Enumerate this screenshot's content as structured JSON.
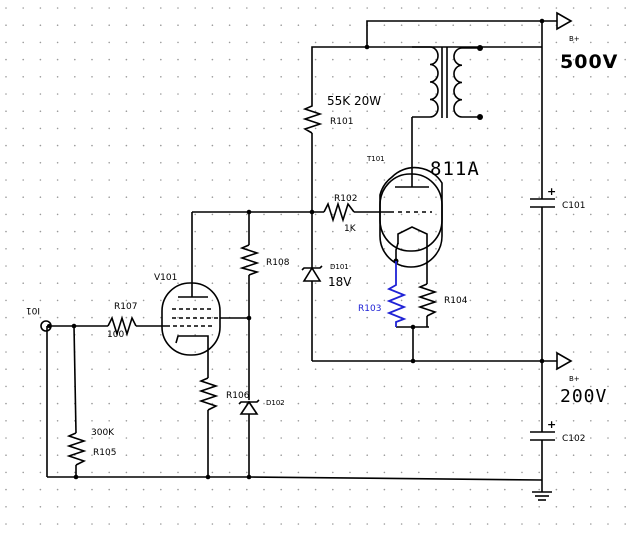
{
  "labels": {
    "input_jack": "I01",
    "r107": "R107",
    "r107_value": "100",
    "r105": "R105",
    "r105_value": "300K",
    "v101": "V101",
    "r106": "R106",
    "r108": "R108",
    "d102": "D102",
    "r101": "R101",
    "r101_value": "55K 20W",
    "r102": "R102",
    "r102_value": "1K",
    "d101": "D101",
    "d101_value": "18V",
    "r103": "R103",
    "r104": "R104",
    "t101": "T101",
    "tube_type": "811A",
    "c101": "C101",
    "c102": "C102",
    "bplus_high": "B+",
    "bplus_high_voltage": "500V",
    "bplus_low": "B+",
    "bplus_low_voltage": "200V",
    "plus_sign": "+"
  },
  "colors": {
    "wire": "#000000",
    "highlight": "#1f22d6",
    "grid_dot": "#9a9a9a",
    "background": "#ffffff"
  }
}
